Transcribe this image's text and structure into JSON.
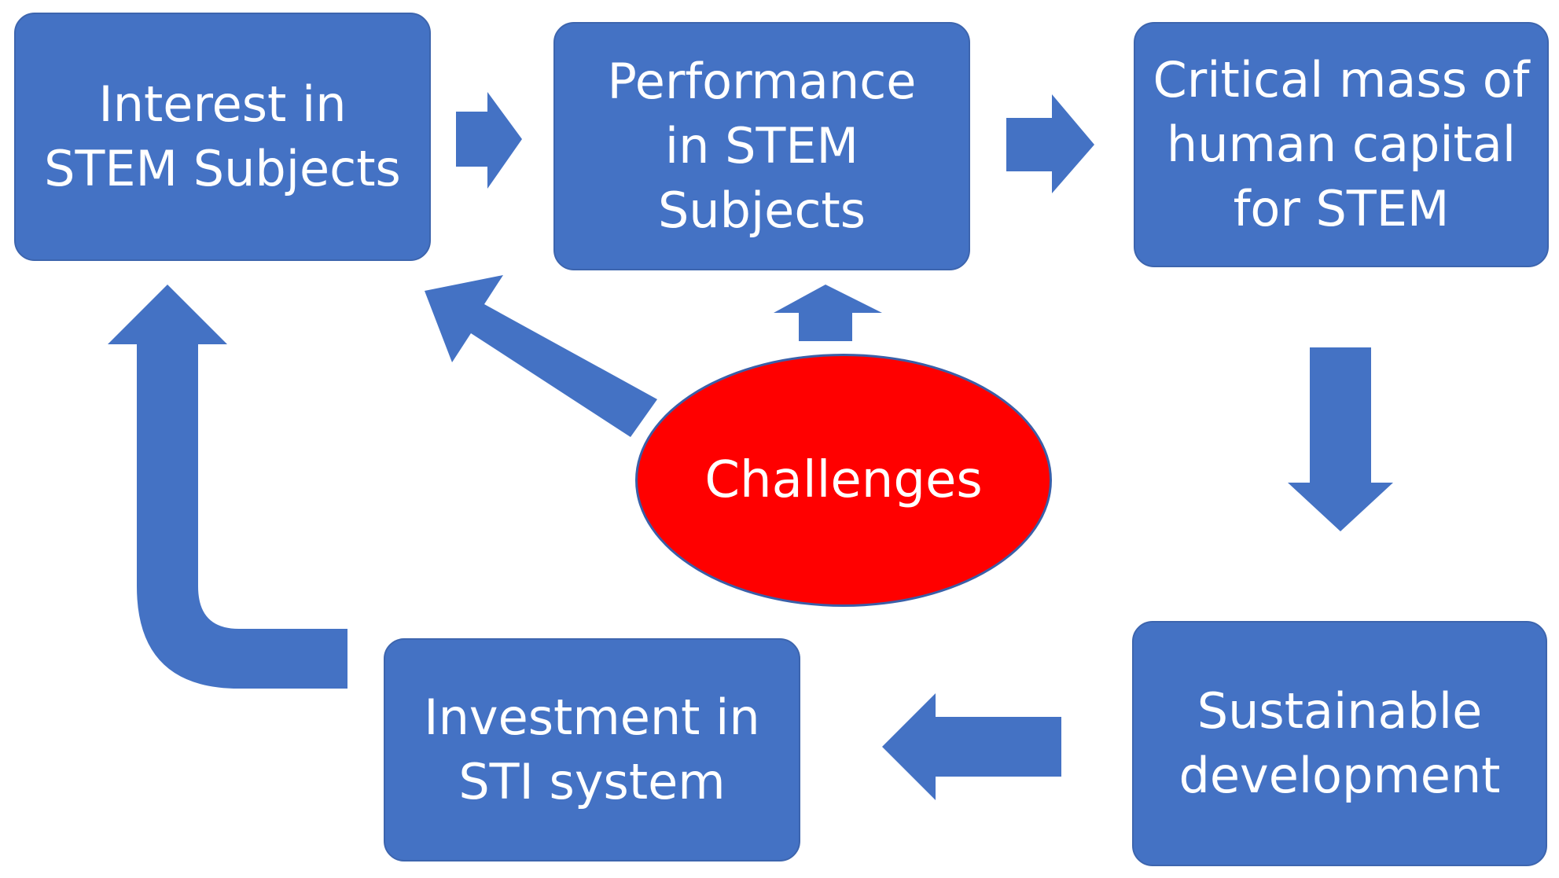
{
  "nodes": {
    "interest": "Interest in\nSTEM Subjects",
    "performance": "Performance\nin STEM\nSubjects",
    "critical": "Critical mass of\nhuman capital\nfor STEM",
    "sustainable": "Sustainable\ndevelopment",
    "investment": "Investment in\nSTI system",
    "challenges": "Challenges"
  },
  "colors": {
    "box_fill": "#4472c4",
    "arrow_fill": "#4472c4",
    "challenges_fill": "#ff0000",
    "text": "#ffffff"
  }
}
